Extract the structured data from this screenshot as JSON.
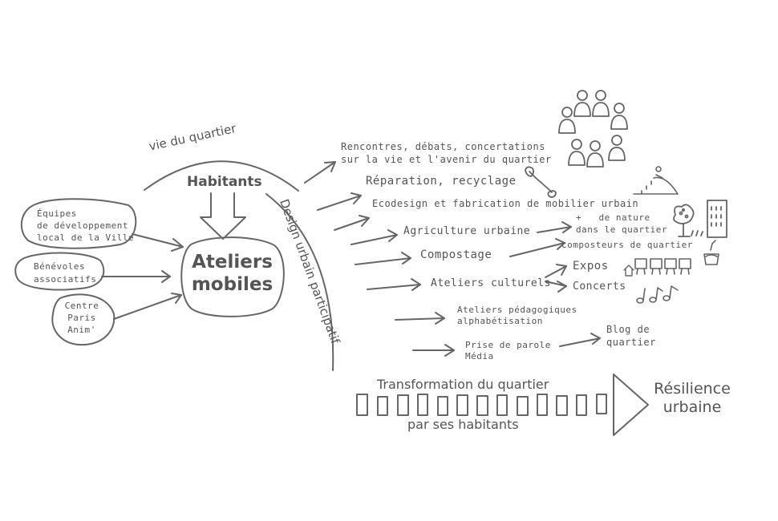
{
  "partners": [
    {
      "text": "Équipes\nde développement\nlocal de la Ville"
    },
    {
      "text": "Bénévoles\nassociatifs"
    },
    {
      "text": "Centre\nParis\nAnim'"
    }
  ],
  "top_arc_label": "vie du quartier",
  "habitants": "Habitants",
  "center_line1": "Ateliers",
  "center_line2": "mobiles",
  "side_label": "Design urbain participatif",
  "activities": [
    "Rencontres, débats, concertations\nsur la vie et l'avenir du quartier",
    "Réparation, recyclage",
    "Ecodesign et fabrication de mobilier urbain",
    "Agriculture urbaine",
    "Compostage",
    "Ateliers culturels",
    "Ateliers pédagogiques\nalphabétisation",
    "Prise de parole\nMédia"
  ],
  "outcomes": {
    "nature": "+   de nature\ndans le quartier",
    "composteurs": "composteurs de quartier",
    "expos": "Expos",
    "concerts": "Concerts",
    "blog": "Blog de\nquartier"
  },
  "bottom": {
    "top_text": "Transformation du quartier",
    "bottom_text": "par ses habitants",
    "result": "Résilience\nurbaine"
  },
  "icons": [
    "people-group-icon",
    "wrench-icon",
    "slide-icon",
    "tree-icon",
    "building-icon",
    "compost-bucket-icon",
    "easel-icon",
    "music-notes-icon",
    "house-icon"
  ]
}
